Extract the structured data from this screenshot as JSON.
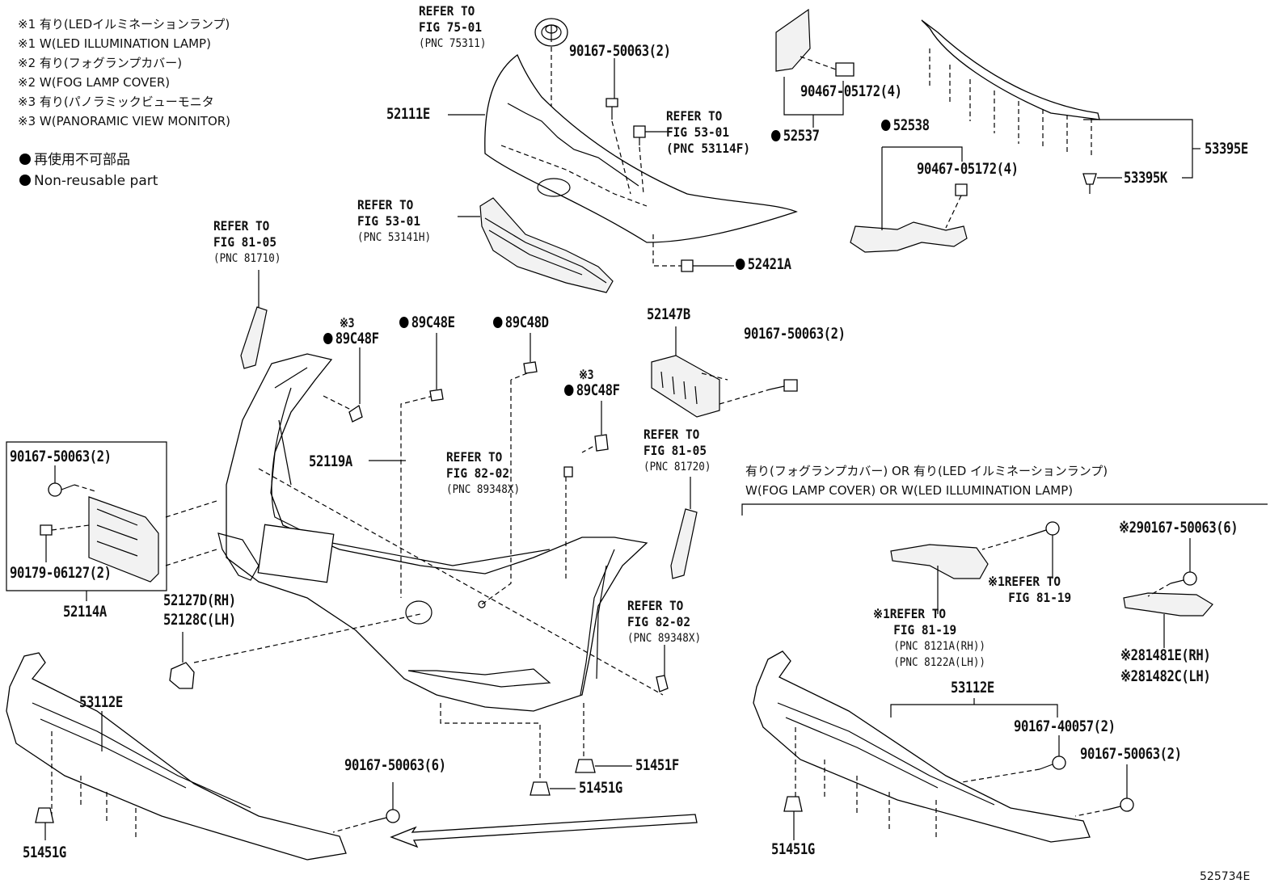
{
  "legend": {
    "notes": [
      "※1 有り(LEDイルミネーションランプ)",
      "※1 W(LED ILLUMINATION LAMP)",
      "※2 有り(フォグランプカバー)",
      "※2 W(FOG LAMP COVER)",
      "※3 有り(パノラミックビューモニタ",
      "※3 W(PANORAMIC VIEW MONITOR)"
    ],
    "nonreusable_ja": "再使用不可部品",
    "nonreusable_en": "Non-reusable part"
  },
  "refs": {
    "r1": {
      "line1": "REFER TO",
      "line2": "FIG 75-01",
      "line3": "(PNC 75311)"
    },
    "r2": {
      "line1": "REFER TO",
      "line2": "FIG 53-01",
      "line3": "(PNC 53114F)"
    },
    "r3": {
      "line1": "REFER TO",
      "line2": "FIG 53-01",
      "line3": "(PNC 53141H)"
    },
    "r4": {
      "line1": "REFER TO",
      "line2": "FIG 81-05",
      "line3": "(PNC 81710)"
    },
    "r5": {
      "line1": "REFER TO",
      "line2": "FIG 81-05",
      "line3": "(PNC 81720)"
    },
    "r6": {
      "line1": "REFER TO",
      "line2": "FIG 82-02",
      "line3": "(PNC 89348X)"
    },
    "r7": {
      "line1": "REFER TO",
      "line2": "FIG 82-02",
      "line3": "(PNC 89348X)"
    },
    "r8": {
      "line1": "※1REFER TO",
      "line2": "FIG 81-19"
    },
    "r9": {
      "line1": "※1REFER TO",
      "line2": "FIG 81-19",
      "line3": "(PNC 8121A(RH))",
      "line4": "(PNC 8122A(LH))"
    }
  },
  "parts": {
    "p52111E": "52111E",
    "p90167_50063_top": "90167-50063(2)",
    "p90467_05172_a": "90467-05172(4)",
    "p52537": "52537",
    "p52538": "52538",
    "p90467_05172_b": "90467-05172(4)",
    "p53395E": "53395E",
    "p53395K": "53395K",
    "p52421A": "52421A",
    "p89C48F_a_mark": "※3",
    "p89C48F_a": "89C48F",
    "p89C48E": "89C48E",
    "p89C48D": "89C48D",
    "p52147B": "52147B",
    "p90167_50063_mid": "90167-50063(2)",
    "p89C48F_b_mark": "※3",
    "p89C48F_b": "89C48F",
    "p52119A": "52119A",
    "p90167_50063_box": "90167-50063(2)",
    "p90179_06127": "90179-06127(2)",
    "p52114A": "52114A",
    "p52127D": "52127D(RH)",
    "p52128C": "52128C(LH)",
    "p53112E_left": "53112E",
    "p90167_50063_6": "90167-50063(6)",
    "p51451F": "51451F",
    "p51451G_mid": "51451G",
    "p51451G_left": "51451G",
    "p53112E_right": "53112E",
    "p90167_40057": "90167-40057(2)",
    "p90167_50063_right": "90167-50063(2)",
    "p51451G_right": "51451G",
    "p90167_50063_x2": "※290167-50063(6)",
    "p81481E": "※281481E(RH)",
    "p81482C": "※281482C(LH)"
  },
  "variant": {
    "ja": "有り(フォグランプカバー) OR 有り(LED イルミネーションランプ)",
    "en": "W(FOG LAMP COVER) OR W(LED ILLUMINATION LAMP)"
  },
  "figure_id": "525734E"
}
